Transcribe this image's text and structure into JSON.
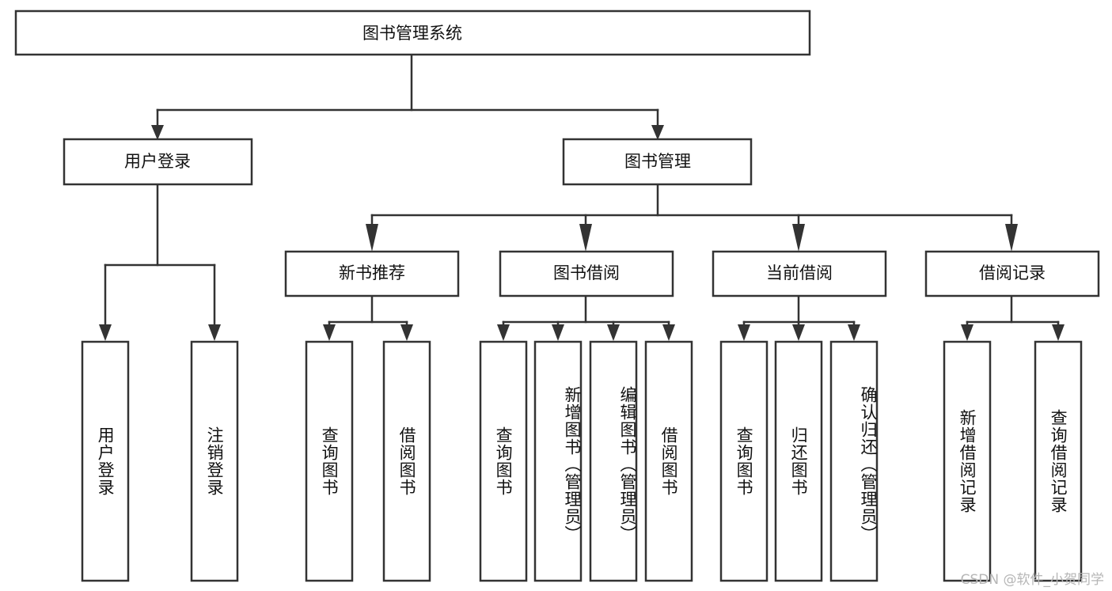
{
  "diagram": {
    "type": "tree",
    "orientation": "top-down",
    "title_node": "图书管理系统",
    "watermark": "CSDN @软件_小贺同学",
    "colors": {
      "background": "#ffffff",
      "box_fill": "#ffffff",
      "box_stroke": "#333333",
      "text": "#111111",
      "watermark": "#b6b6b6"
    },
    "levels": [
      {
        "level": 0,
        "nodes": [
          {
            "id": "root",
            "label": "图书管理系统",
            "orientation": "horizontal"
          }
        ]
      },
      {
        "level": 1,
        "nodes": [
          {
            "id": "login",
            "label": "用户登录",
            "orientation": "horizontal",
            "parent": "root"
          },
          {
            "id": "bookmgmt",
            "label": "图书管理",
            "orientation": "horizontal",
            "parent": "root"
          }
        ]
      },
      {
        "level": 2,
        "nodes": [
          {
            "id": "newbook",
            "label": "新书推荐",
            "orientation": "horizontal",
            "parent": "bookmgmt"
          },
          {
            "id": "borrow",
            "label": "图书借阅",
            "orientation": "horizontal",
            "parent": "bookmgmt"
          },
          {
            "id": "current",
            "label": "当前借阅",
            "orientation": "horizontal",
            "parent": "bookmgmt"
          },
          {
            "id": "record",
            "label": "借阅记录",
            "orientation": "horizontal",
            "parent": "bookmgmt"
          }
        ]
      },
      {
        "level": 3,
        "nodes": [
          {
            "id": "leaf-user-login",
            "label": "用户登录",
            "orientation": "vertical",
            "parent": "login"
          },
          {
            "id": "leaf-user-logout",
            "label": "注销登录",
            "orientation": "vertical",
            "parent": "login"
          },
          {
            "id": "leaf-newbook-query",
            "label": "查询图书",
            "orientation": "vertical",
            "parent": "newbook"
          },
          {
            "id": "leaf-newbook-borrow",
            "label": "借阅图书",
            "orientation": "vertical",
            "parent": "newbook"
          },
          {
            "id": "leaf-borrow-query",
            "label": "查询图书",
            "orientation": "vertical",
            "parent": "borrow"
          },
          {
            "id": "leaf-borrow-add",
            "label": "新增图书（管理员）",
            "orientation": "vertical",
            "parent": "borrow"
          },
          {
            "id": "leaf-borrow-edit",
            "label": "编辑图书（管理员）",
            "orientation": "vertical",
            "parent": "borrow"
          },
          {
            "id": "leaf-borrow-lend",
            "label": "借阅图书",
            "orientation": "vertical",
            "parent": "borrow"
          },
          {
            "id": "leaf-current-query",
            "label": "查询图书",
            "orientation": "vertical",
            "parent": "current"
          },
          {
            "id": "leaf-current-return",
            "label": "归还图书",
            "orientation": "vertical",
            "parent": "current"
          },
          {
            "id": "leaf-current-confirm",
            "label": "确认归还（管理员）",
            "orientation": "vertical",
            "parent": "current"
          },
          {
            "id": "leaf-record-add",
            "label": "新增借阅记录",
            "orientation": "vertical",
            "parent": "record"
          },
          {
            "id": "leaf-record-query",
            "label": "查询借阅记录",
            "orientation": "vertical",
            "parent": "record"
          }
        ]
      }
    ]
  }
}
